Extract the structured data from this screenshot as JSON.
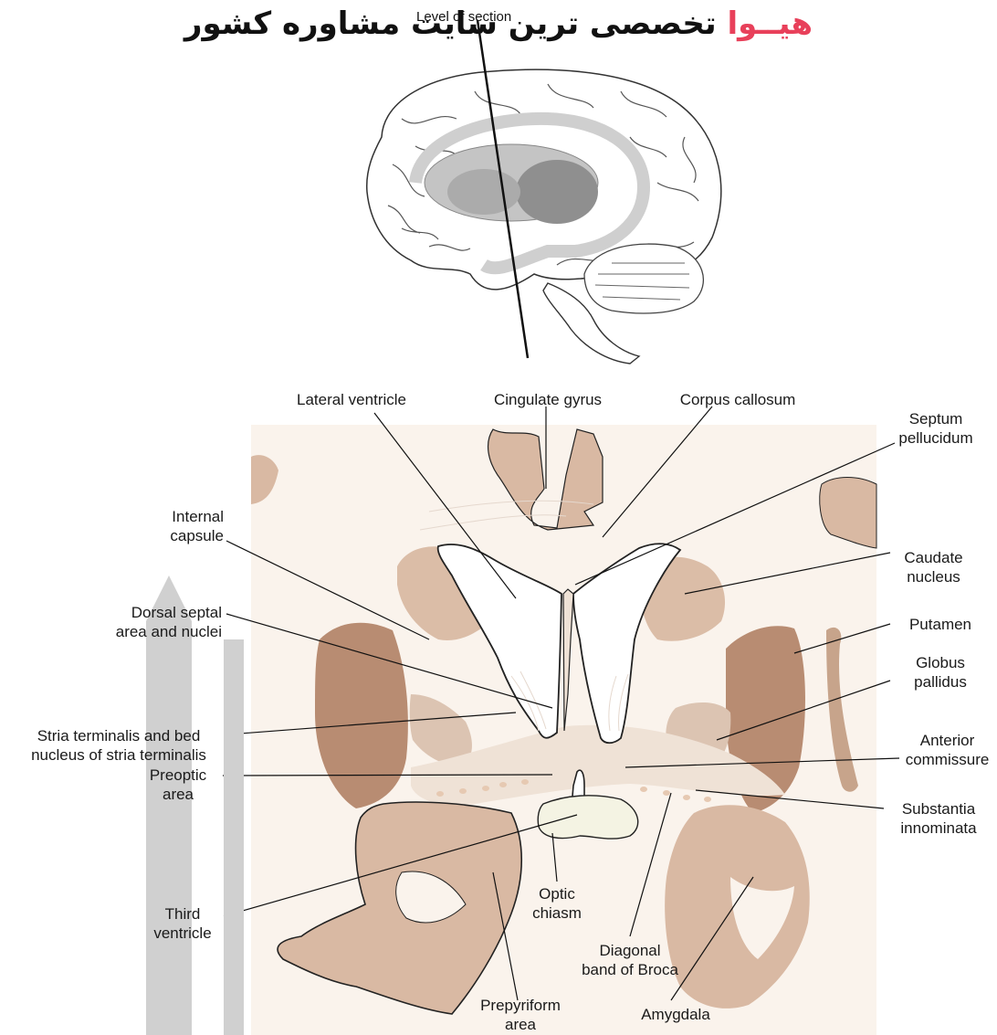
{
  "banner": {
    "brand": "هیــوا",
    "tagline": "تخصصی ترین سایت مشاوره کشور"
  },
  "level_of_section": "Level of section",
  "labels": {
    "lateral_ventricle": "Lateral ventricle",
    "cingulate_gyrus": "Cingulate gyrus",
    "corpus_callosum": "Corpus callosum",
    "septum_pellucidum": [
      "Septum",
      "pellucidum"
    ],
    "internal_capsule": [
      "Internal",
      "capsule"
    ],
    "caudate_nucleus": [
      "Caudate",
      "nucleus"
    ],
    "dorsal_septal": [
      "Dorsal septal",
      "area and nuclei"
    ],
    "putamen": "Putamen",
    "globus_pallidus": [
      "Globus",
      "pallidus"
    ],
    "stria_terminalis": [
      "Stria terminalis and bed",
      "nucleus of stria terminalis"
    ],
    "anterior_commissure": [
      "Anterior",
      "commissure"
    ],
    "preoptic_area": [
      "Preoptic",
      "area"
    ],
    "substantia_innominata": [
      "Substantia",
      "innominata"
    ],
    "third_ventricle": [
      "Third",
      "ventricle"
    ],
    "optic_chiasm": [
      "Optic",
      "chiasm"
    ],
    "diagonal_band": [
      "Diagonal",
      "band of Broca"
    ],
    "prepyriform_area": [
      "Prepyriform",
      "area"
    ],
    "amygdala": "Amygdala"
  },
  "colors": {
    "brand_accent": "#e8405a",
    "tissue_light": "#d9b9a3",
    "tissue_mid": "#c7a48b",
    "tissue_dark": "#b88c72",
    "background_tissue": "#faf3ec",
    "commissure": "#efe2d6",
    "chiasm": "#f4f3e3",
    "brain_gray": "#9a9a9a"
  }
}
